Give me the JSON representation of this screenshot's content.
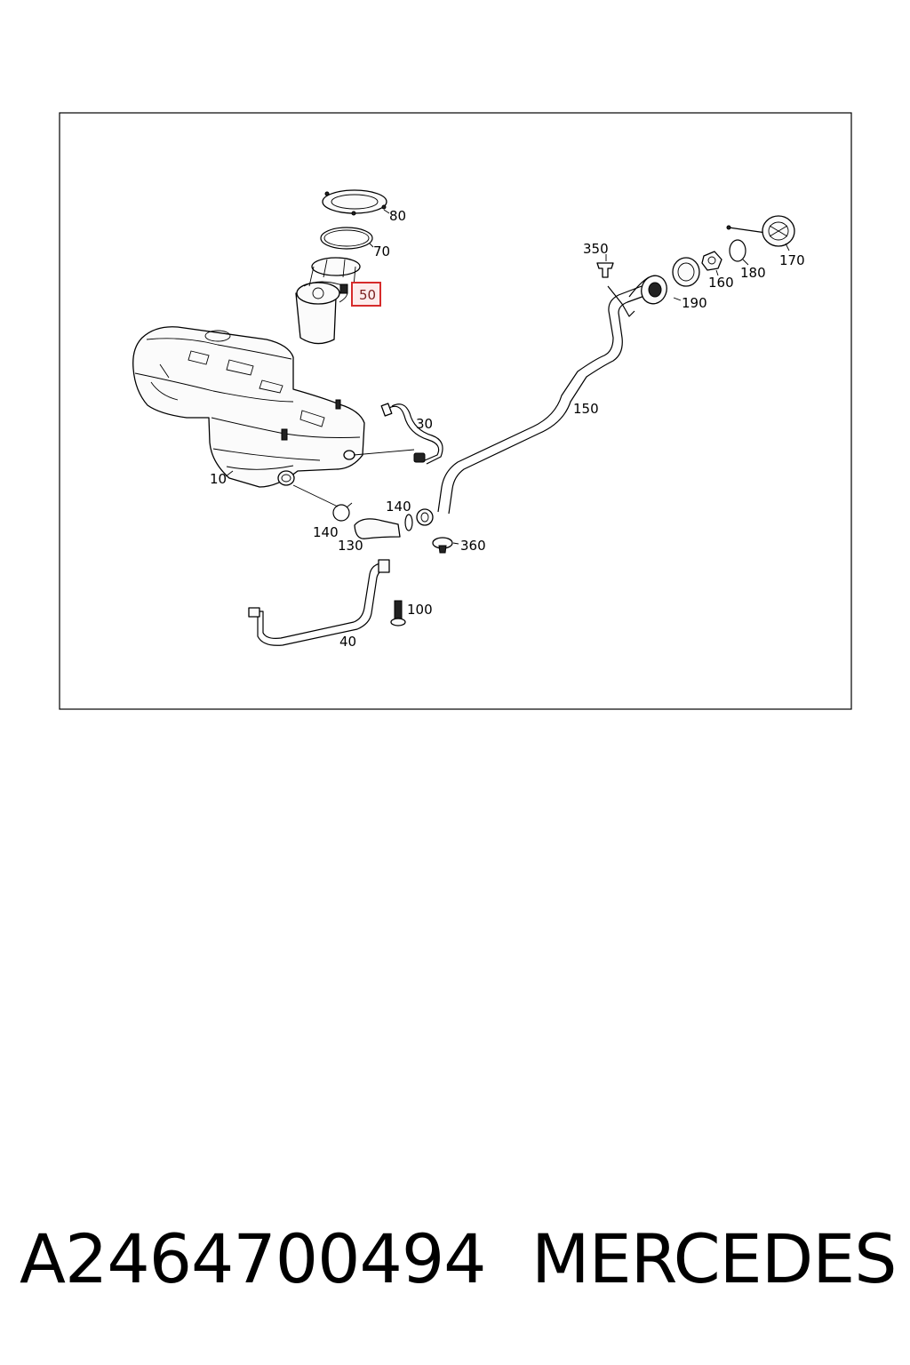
{
  "diagram": {
    "labels": {
      "p10": "10",
      "p30": "30",
      "p40": "40",
      "p50": "50",
      "p70": "70",
      "p80": "80",
      "p100": "100",
      "p130": "130",
      "p140a": "140",
      "p140b": "140",
      "p150": "150",
      "p160": "160",
      "p170": "170",
      "p180": "180",
      "p190": "190",
      "p350": "350",
      "p360": "360"
    },
    "highlighted_part": "50",
    "highlight_color": "#d62b2b"
  },
  "caption": {
    "part_number": "A2464700494",
    "brand": "MERCEDES"
  }
}
